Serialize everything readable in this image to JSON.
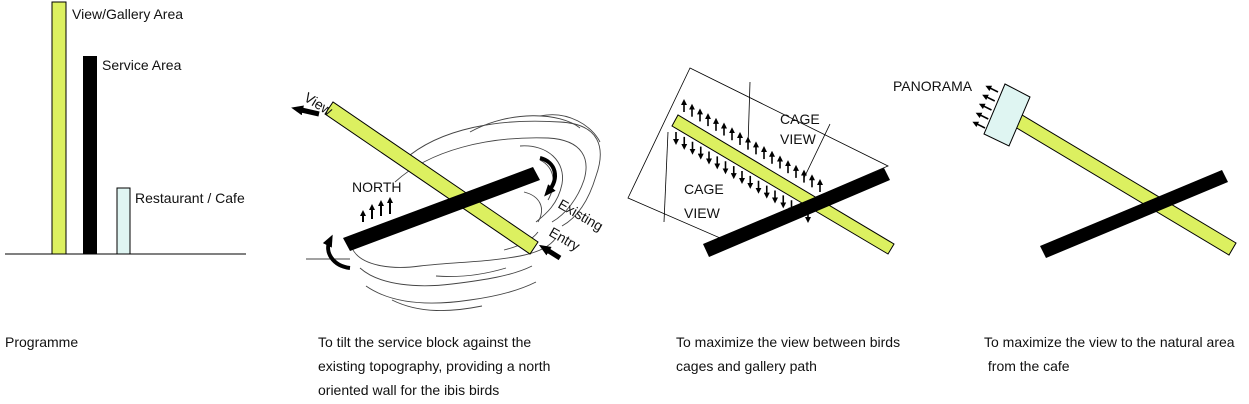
{
  "colors": {
    "gallery": "#dcf060",
    "service": "#000000",
    "cafe": "#dff5f2",
    "outline": "#000000",
    "contour": "#444444"
  },
  "panel1": {
    "bar_labels": [
      "View/Gallery Area",
      "Service Area",
      "Restaurant / Cafe"
    ],
    "caption": "Programme"
  },
  "panel2": {
    "view_label": "View",
    "north_label": "NORTH",
    "existing_label": "Existing",
    "entry_label": "Entry",
    "caption_lines": [
      "To tilt the service block against the",
      "existing topography, providing a north",
      "oriented wall for the ibis birds"
    ]
  },
  "panel3": {
    "cage_view_top": [
      "CAGE",
      "VIEW"
    ],
    "cage_view_bottom": [
      "CAGE",
      "VIEW"
    ],
    "caption_lines": [
      "To maximize the view between birds",
      "cages and gallery path"
    ]
  },
  "panel4": {
    "panorama_label": "PANORAMA",
    "caption_lines": [
      "To maximize the view to the natural area",
      " from the cafe"
    ]
  }
}
